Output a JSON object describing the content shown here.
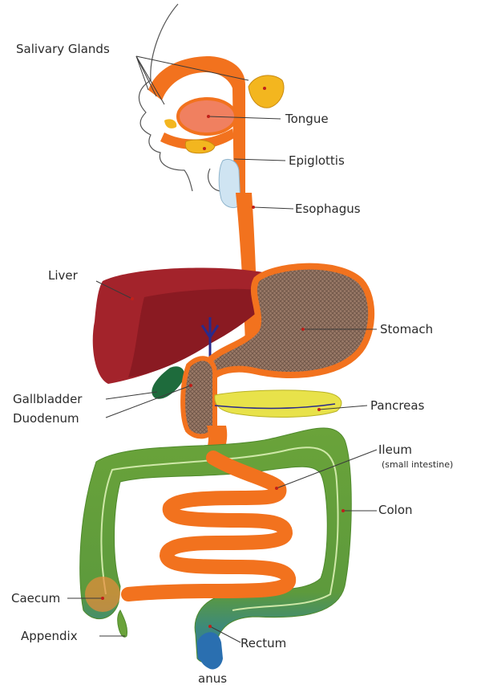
{
  "labels": {
    "salivary_glands": "Salivary Glands",
    "tongue": "Tongue",
    "epiglottis": "Epiglottis",
    "esophagus": "Esophagus",
    "liver": "Liver",
    "stomach": "Stomach",
    "gallbladder": "Gallbladder",
    "duodenum": "Duodenum",
    "pancreas": "Pancreas",
    "ileum": "Ileum",
    "ileum_note": "(small intestine)",
    "colon": "Colon",
    "caecum": "Caecum",
    "appendix": "Appendix",
    "rectum": "Rectum",
    "anus": "anus"
  },
  "colors": {
    "tract_orange": "#f2721e",
    "liver_red": "#a3232b",
    "liver_dark": "#8a1a22",
    "gland_yellow": "#f3b61f",
    "stomach_brown": "#8a6a5a",
    "gallbladder_green": "#1e6b3c",
    "pancreas_yellow": "#e8e24a",
    "colon_green": "#6aa33a",
    "colon_blue": "#2a6fb0",
    "epiglottis_blue": "#cfe4f2"
  }
}
